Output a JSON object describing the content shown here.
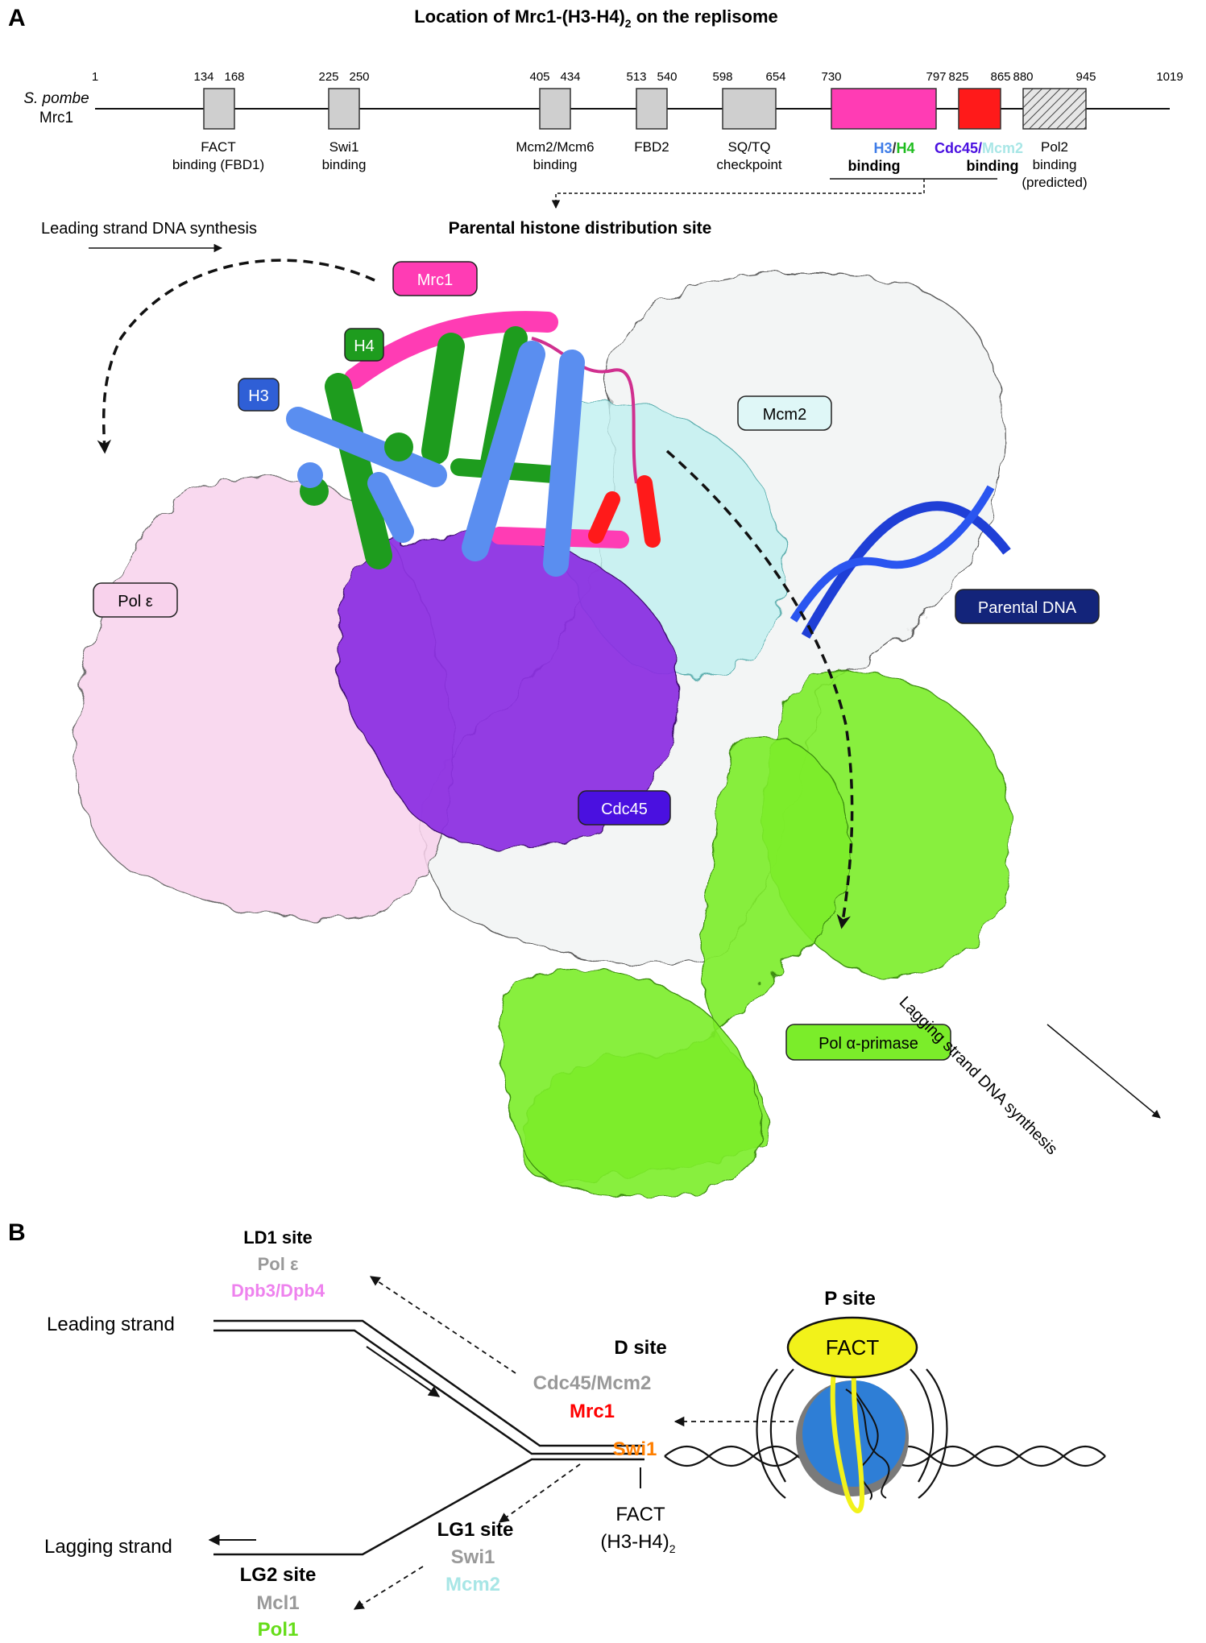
{
  "panelA": {
    "letter": "A",
    "title": "Location of Mrc1-(H3-H4)",
    "title_sub": "2",
    "title_tail": " on the replisome",
    "organism": "S. pombe",
    "protein": "Mrc1",
    "positions": [
      "1",
      "134",
      "168",
      "225",
      "250",
      "405",
      "434",
      "513",
      "540",
      "598",
      "654",
      "730",
      "797",
      "825",
      "865",
      "880",
      "945",
      "1019"
    ],
    "domains": [
      {
        "line1": "FACT",
        "line2": "binding (FBD1)"
      },
      {
        "line1": "Swi1",
        "line2": "binding"
      },
      {
        "line1": "Mcm2/Mcm6",
        "line2": "binding"
      },
      {
        "line1": "FBD2",
        "line2": ""
      },
      {
        "line1": "SQ/TQ",
        "line2": "checkpoint"
      },
      {
        "line1": "Pol2",
        "line2": "binding",
        "line3": "(predicted)"
      }
    ],
    "h3h4_label": {
      "h3": "H3",
      "sep": "/",
      "h4": "H4",
      "binding": "binding"
    },
    "cdc_label": {
      "cdc45": "Cdc45",
      "sep": "/",
      "mcm2": "Mcm2",
      "binding": "binding"
    },
    "distribution_site": "Parental histone distribution site",
    "leading_synthesis": "Leading strand DNA synthesis",
    "lagging_synthesis": "Lagging strand DNA synthesis",
    "labels": {
      "mrc1": "Mrc1",
      "h4": "H4",
      "h3": "H3",
      "mcm2": "Mcm2",
      "pol_e": "Pol ε",
      "parental_dna": "Parental DNA",
      "cdc45": "Cdc45",
      "pol_a": "Pol α-primase"
    },
    "colors": {
      "mrc1": "#ff3cb4",
      "h4": "#1e9c1e",
      "h3": "#3f7de8",
      "cdc45_red": "#ff1a1a",
      "mcm2": "#bff0f0",
      "pol_e": "#f8c8ea",
      "cdc45": "#8a2be2",
      "pol_a": "#7bed2a",
      "dna": "#1f3fd6",
      "dna_box": "#13247a"
    }
  },
  "panelB": {
    "letter": "B",
    "ld1": {
      "title": "LD1 site",
      "l1": "Pol ε",
      "l2": "Dpb3/Dpb4"
    },
    "leading": "Leading strand",
    "lagging": "Lagging strand",
    "d_site": {
      "title": "D site",
      "l1": "Cdc45/Mcm2",
      "l2": "Mrc1",
      "l3": "Swi1"
    },
    "fact_h3h4": {
      "l1": "FACT",
      "l2": "(H3-H4)",
      "sub": "2"
    },
    "p_site": {
      "title": "P site",
      "fact": "FACT"
    },
    "lg1": {
      "title": "LG1 site",
      "l1": "Swi1",
      "l2": "Mcm2"
    },
    "lg2": {
      "title": "LG2 site",
      "l1": "Mcl1",
      "l2": "Pol1"
    },
    "colors": {
      "gray": "#999999",
      "pink": "#ee82ee",
      "red": "#ff0000",
      "orange": "#ff7f00",
      "cyan": "#a8e6e6",
      "green": "#66dd1a",
      "fact": "#f2f21a",
      "nucleosome": "#2e7ed6"
    }
  }
}
